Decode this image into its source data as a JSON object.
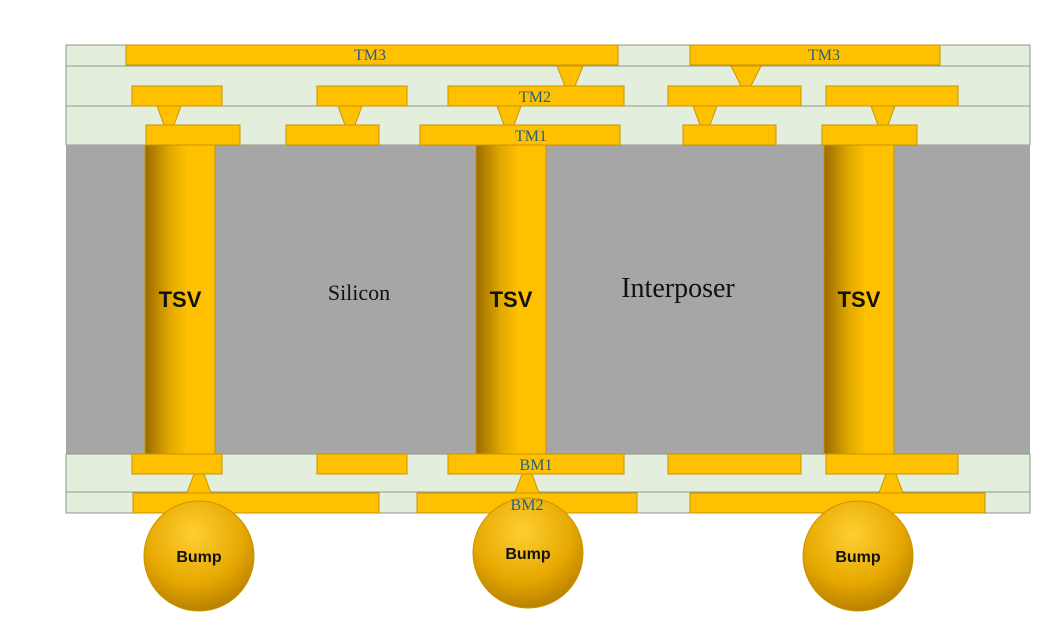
{
  "labels": {
    "tm3_left": "TM3",
    "tm3_right": "TM3",
    "tm2": "TM2",
    "tm1": "TM1",
    "bm1": "BM1",
    "bm2": "BM2",
    "silicon": "Silicon",
    "interposer": "Interposer",
    "tsv_1": "TSV",
    "tsv_2": "TSV",
    "tsv_3": "TSV",
    "bump_1": "Bump",
    "bump_2": "Bump",
    "bump_3": "Bump"
  },
  "colors": {
    "dielectric": "#e3efdc",
    "silicon": "#a6a6a6",
    "metal": "#ffc000",
    "metal_edge": "#c99400",
    "tsv_dark": "#9a6b00",
    "tsv_light": "#ffc000",
    "bump_light": "#ffcf33",
    "bump_dark": "#b07a00",
    "label_blue": "#1f5f8b"
  }
}
